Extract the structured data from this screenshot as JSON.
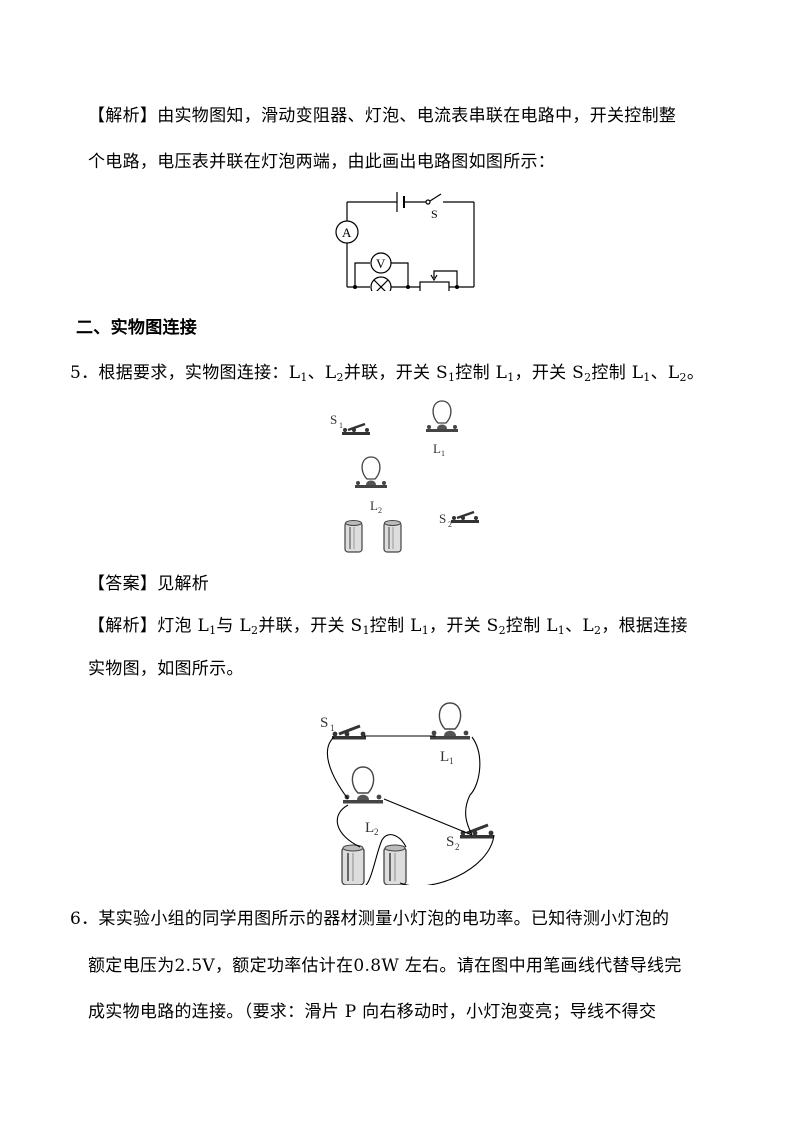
{
  "section_prev": {
    "analysis_label": "【解析】",
    "analysis_line1": "由实物图知，滑动变阻器、灯泡、电流表串联在电路中，开关控制整",
    "analysis_line2": "个电路，电压表并联在灯泡两端，由此画出电路图如图所示：",
    "circuit": {
      "ammeter": "A",
      "voltmeter": "V",
      "switch": "S"
    }
  },
  "section2": {
    "heading": "二、实物图连接"
  },
  "q5": {
    "number": "5．",
    "text_a": "根据要求，实物图连接：L",
    "sub1": "1",
    "text_b": "、L",
    "sub2": "2",
    "text_c": "并联，开关 S",
    "sub3": "1",
    "text_d": "控制 L",
    "sub4": "1",
    "text_e": "，开关 S",
    "sub5": "2",
    "text_f": "控制 L",
    "sub6": "1",
    "text_g": "、L",
    "sub7": "2",
    "text_h": "。",
    "figure": {
      "s1": "S",
      "s1_sub": "1",
      "l1": "L",
      "l1_sub": "1",
      "l2": "L",
      "l2_sub": "2",
      "s2": "S",
      "s2_sub": "2"
    },
    "answer_label": "【答案】",
    "answer_text": "见解析",
    "analysis_label": "【解析】",
    "analysis_a": "灯泡 L",
    "a_sub1": "1",
    "analysis_b": "与 L",
    "a_sub2": "2",
    "analysis_c": "并联，开关 S",
    "a_sub3": "1",
    "analysis_d": "控制 L",
    "a_sub4": "1",
    "analysis_e": "，开关 S",
    "a_sub5": "2",
    "analysis_f": "控制 L",
    "a_sub6": "1",
    "analysis_g": "、L",
    "a_sub7": "2",
    "analysis_h": "，根据连接",
    "analysis_line2": "实物图，如图所示。"
  },
  "q6": {
    "number": "6．",
    "line1": "某实验小组的同学用图所示的器材测量小灯泡的电功率。已知待测小灯泡的",
    "line2": "额定电压为2.5V，额定功率估计在0.8W 左右。请在图中用笔画线代替导线完",
    "line3": "成实物电路的连接。（要求：滑片 P 向右移动时，小灯泡变亮；导线不得交"
  }
}
